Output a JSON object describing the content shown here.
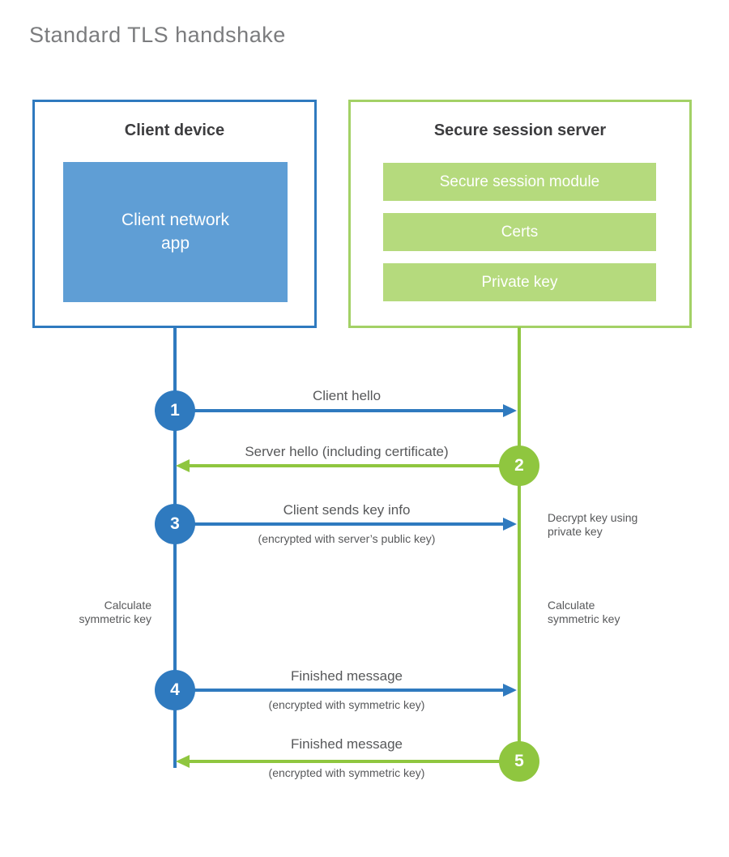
{
  "title": "Standard TLS handshake",
  "colors": {
    "blue": "#2f7abf",
    "blue_fill": "#5f9ed5",
    "green_border": "#a3d166",
    "green": "#8fc63f",
    "green_fill": "#b5da7d",
    "label_text": "#57585a",
    "heading_text": "#3d3d3f",
    "title_text": "#7b7c7e"
  },
  "client": {
    "title": "Client device",
    "app_label": "Client network\napp"
  },
  "server": {
    "title": "Secure session server",
    "modules": [
      "Secure session module",
      "Certs",
      "Private key"
    ]
  },
  "steps": [
    {
      "num": "1",
      "from": "client",
      "to": "server",
      "label": "Client hello",
      "sublabel": ""
    },
    {
      "num": "2",
      "from": "server",
      "to": "client",
      "label": "Server hello (including certificate)",
      "sublabel": ""
    },
    {
      "num": "3",
      "from": "client",
      "to": "server",
      "label": "Client sends key info",
      "sublabel": "(encrypted with server’s public key)"
    },
    {
      "num": "4",
      "from": "client",
      "to": "server",
      "label": "Finished message",
      "sublabel": "(encrypted with symmetric key)"
    },
    {
      "num": "5",
      "from": "server",
      "to": "client",
      "label": "Finished message",
      "sublabel": "(encrypted with symmetric key)"
    }
  ],
  "notes": {
    "decrypt": "Decrypt key using\nprivate key",
    "calc_client": "Calculate\nsymmetric key",
    "calc_server": "Calculate\nsymmetric key"
  }
}
